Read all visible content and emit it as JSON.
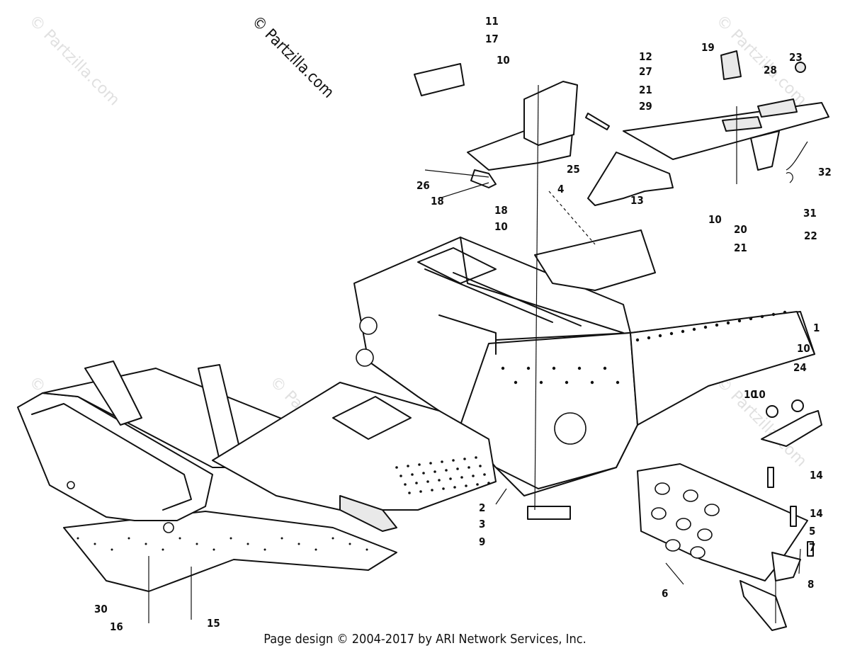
{
  "copyright": "© Partzilla.com",
  "watermark": "© Partzilla.com",
  "footer": "Page design © 2004-2017 by ARI Network Services, Inc.",
  "callouts": [
    "1",
    "2",
    "3",
    "4",
    "5",
    "6",
    "7",
    "8",
    "9",
    "10",
    "10",
    "10",
    "10",
    "10",
    "10",
    "11",
    "12",
    "13",
    "14",
    "14",
    "15",
    "16",
    "17",
    "18",
    "18",
    "19",
    "20",
    "21",
    "21",
    "22",
    "23",
    "24",
    "25",
    "26",
    "27",
    "28",
    "29",
    "30",
    "31",
    "32"
  ]
}
